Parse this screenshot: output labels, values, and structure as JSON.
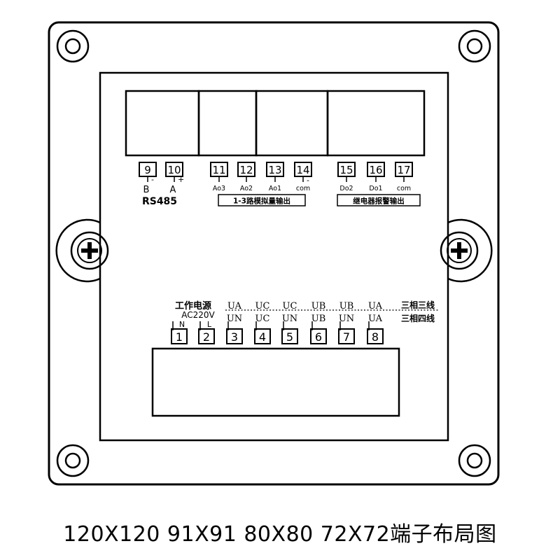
{
  "top_terminals": [
    {
      "num": "9",
      "label": "B"
    },
    {
      "num": "10",
      "label": "A"
    },
    {
      "num": "11",
      "label": "Ao3"
    },
    {
      "num": "12",
      "label": "Ao2"
    },
    {
      "num": "13",
      "label": "Ao1"
    },
    {
      "num": "14",
      "label": "com"
    },
    {
      "num": "15",
      "label": "Do2"
    },
    {
      "num": "16",
      "label": "Do1"
    },
    {
      "num": "17",
      "label": "com"
    }
  ],
  "top_groups": {
    "rs485": "RS485",
    "analog_output": "1-3路模拟量输出",
    "relay_output": "继电器报警输出"
  },
  "power": {
    "title": "工作电源",
    "voltage": "AC220V",
    "n": "N",
    "l": "L"
  },
  "bottom_terminals": [
    {
      "num": "1",
      "top": "",
      "bottom": ""
    },
    {
      "num": "2",
      "top": "",
      "bottom": ""
    },
    {
      "num": "3",
      "top": "UA",
      "bottom": "UN"
    },
    {
      "num": "4",
      "top": "UC",
      "bottom": "UC"
    },
    {
      "num": "5",
      "top": "UC",
      "bottom": "UN"
    },
    {
      "num": "6",
      "top": "UB",
      "bottom": "UB"
    },
    {
      "num": "7",
      "top": "UB",
      "bottom": "UN"
    },
    {
      "num": "8",
      "top": "UA",
      "bottom": "UA"
    }
  ],
  "wiring_modes": {
    "three_phase_three_wire": "三相三线",
    "three_phase_four_wire": "三相四线"
  },
  "caption": "120X120 91X91 80X80 72X72端子布局图"
}
